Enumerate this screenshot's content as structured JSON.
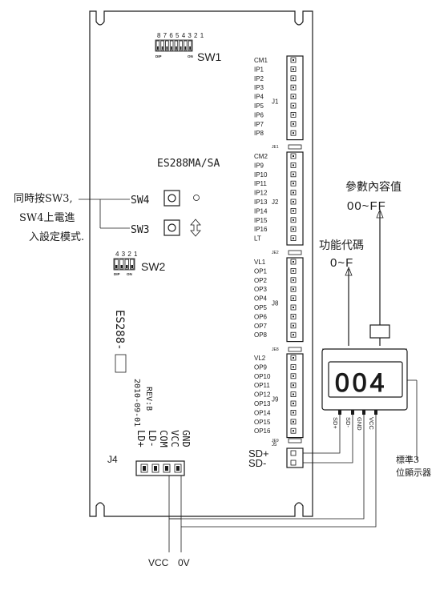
{
  "board": {
    "model": "ES288MA/SA",
    "vertical_code": "ES288-",
    "rev": "REV:B",
    "date": "2010-09-01"
  },
  "sw1": {
    "label": "SW1",
    "numbers": "8 7 6 5 4 3 2 1",
    "dip": "DIP",
    "on": "ON"
  },
  "sw2": {
    "label": "SW2",
    "numbers": "4 3 2 1",
    "dip": "DIP",
    "on": "ON"
  },
  "buttons": {
    "sw4": "SW4",
    "sw3": "SW3"
  },
  "note_lines": [
    "同時按SW3,",
    "SW4上電進",
    "入設定模式."
  ],
  "j1": {
    "label": "J1",
    "pins": [
      "CM1",
      "IP1",
      "IP2",
      "IP3",
      "IP4",
      "IP5",
      "IP6",
      "IP7",
      "IP8"
    ],
    "jumper": "JE1"
  },
  "j2": {
    "label": "J2",
    "pins": [
      "CM2",
      "IP9",
      "IP10",
      "IP11",
      "IP12",
      "IP13",
      "IP14",
      "IP15",
      "IP16",
      "LT"
    ],
    "jumper": "JE2"
  },
  "j8": {
    "label": "J8",
    "pins": [
      "VL1",
      "OP1",
      "OP2",
      "OP3",
      "OP4",
      "OP5",
      "OP6",
      "OP7",
      "OP8"
    ],
    "jumper": "JE8"
  },
  "j9": {
    "label": "J9",
    "pins": [
      "VL2",
      "OP9",
      "OP10",
      "OP11",
      "OP12",
      "OP13",
      "OP14",
      "OP15",
      "OP16"
    ],
    "jumper": "JE9"
  },
  "j5": {
    "label": "J5",
    "pins": [
      "SD+",
      "SD-"
    ]
  },
  "j4": {
    "label": "J4",
    "pins": [
      "GND",
      "VCC",
      "COM",
      "LD-",
      "LD+"
    ]
  },
  "display": {
    "digits": "004",
    "param_title": "參數內容值",
    "param_range": "00~FF",
    "func_title": "功能代碼",
    "func_range": "0~F",
    "pins": [
      "SD+",
      "SD-",
      "GND",
      "VCC"
    ],
    "desc_lines": [
      "標準3",
      "位顯示器"
    ]
  },
  "power": {
    "vcc": "VCC",
    "zero_v": "0V"
  }
}
